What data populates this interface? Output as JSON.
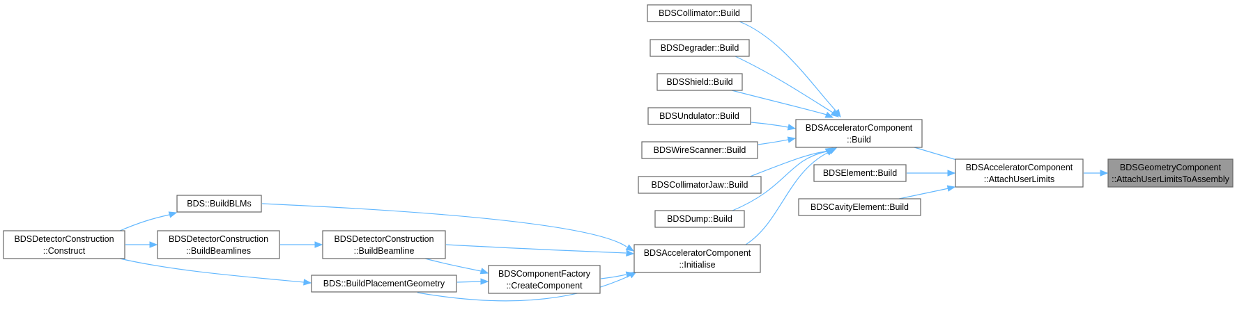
{
  "colors": {
    "edge": "#63b8ff",
    "node_border": "#666666",
    "node_fill": "#ffffff",
    "focus_fill": "#999999"
  },
  "nodes": {
    "n1": {
      "lines": [
        "BDSGeometryComponent",
        "::AttachUserLimitsToAssembly"
      ]
    },
    "n2": {
      "lines": [
        "BDSAcceleratorComponent",
        "::AttachUserLimits"
      ]
    },
    "n3": {
      "lines": [
        "BDSAcceleratorComponent",
        "::Build"
      ]
    },
    "n4": {
      "lines": [
        "BDSElement::Build"
      ]
    },
    "n5": {
      "lines": [
        "BDSCavityElement::Build"
      ]
    },
    "n6": {
      "lines": [
        "BDSCollimator::Build"
      ]
    },
    "n7": {
      "lines": [
        "BDSDegrader::Build"
      ]
    },
    "n8": {
      "lines": [
        "BDSShield::Build"
      ]
    },
    "n9": {
      "lines": [
        "BDSUndulator::Build"
      ]
    },
    "n10": {
      "lines": [
        "BDSWireScanner::Build"
      ]
    },
    "n11": {
      "lines": [
        "BDSCollimatorJaw::Build"
      ]
    },
    "n12": {
      "lines": [
        "BDSDump::Build"
      ]
    },
    "n13": {
      "lines": [
        "BDSAcceleratorComponent",
        "::Initialise"
      ]
    },
    "n14": {
      "lines": [
        "BDS::BuildBLMs"
      ]
    },
    "n15": {
      "lines": [
        "BDSDetectorConstruction",
        "::BuildBeamline"
      ]
    },
    "n16": {
      "lines": [
        "BDSComponentFactory",
        "::CreateComponent"
      ]
    },
    "n17": {
      "lines": [
        "BDS::BuildPlacementGeometry"
      ]
    },
    "n18": {
      "lines": [
        "BDSDetectorConstruction",
        "::BuildBeamlines"
      ]
    },
    "n19": {
      "lines": [
        "BDSDetectorConstruction",
        "::Construct"
      ]
    }
  },
  "edges": [
    {
      "from": "n2",
      "to": "n1"
    },
    {
      "from": "n3",
      "to": "n2"
    },
    {
      "from": "n4",
      "to": "n2"
    },
    {
      "from": "n5",
      "to": "n2"
    },
    {
      "from": "n6",
      "to": "n3"
    },
    {
      "from": "n7",
      "to": "n3"
    },
    {
      "from": "n8",
      "to": "n3"
    },
    {
      "from": "n9",
      "to": "n3"
    },
    {
      "from": "n10",
      "to": "n3"
    },
    {
      "from": "n11",
      "to": "n3"
    },
    {
      "from": "n12",
      "to": "n3"
    },
    {
      "from": "n13",
      "to": "n3"
    },
    {
      "from": "n14",
      "to": "n13"
    },
    {
      "from": "n15",
      "to": "n13"
    },
    {
      "from": "n16",
      "to": "n13"
    },
    {
      "from": "n17",
      "to": "n13"
    },
    {
      "from": "n15",
      "to": "n16"
    },
    {
      "from": "n17",
      "to": "n16"
    },
    {
      "from": "n18",
      "to": "n15"
    },
    {
      "from": "n19",
      "to": "n14"
    },
    {
      "from": "n19",
      "to": "n18"
    },
    {
      "from": "n19",
      "to": "n17"
    }
  ]
}
